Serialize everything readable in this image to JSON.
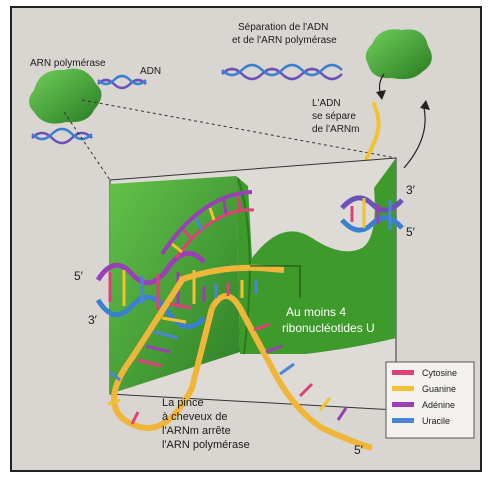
{
  "labels": {
    "polymerase_top": "ARN polymérase",
    "dna_top": "ADN",
    "separation_line1": "Séparation de l'ADN",
    "separation_line2": "et de l'ARN polymérase",
    "dna_release_line1": "L'ADN",
    "dna_release_line2": "se sépare",
    "dna_release_line3": "de l'ARNm",
    "three_prime_right": "3′",
    "five_prime_right": "5′",
    "five_prime_left": "5′",
    "three_prime_left": "3′",
    "u_nucleotides_line1": "Au moins 4",
    "u_nucleotides_line2": "ribonucléotides U",
    "hairpin_line1": "La pince",
    "hairpin_line2": "à cheveux de",
    "hairpin_line3": "l'ARNm arrête",
    "hairpin_line4": "l'ARN polymérase",
    "five_prime_bottom": "5′"
  },
  "legend": [
    {
      "label": "Cytosine",
      "color": "#e0407a"
    },
    {
      "label": "Guanine",
      "color": "#f2c230"
    },
    {
      "label": "Adénine",
      "color": "#9a3fb5"
    },
    {
      "label": "Uracile",
      "color": "#4a86d4"
    }
  ],
  "colors": {
    "polymerase": "#3f9a35",
    "green_panel": "#4aa52c",
    "rna_backbone": "#f0b63a",
    "dna_strand_a": "#6b52b8",
    "dna_strand_b": "#3b7fd0"
  }
}
